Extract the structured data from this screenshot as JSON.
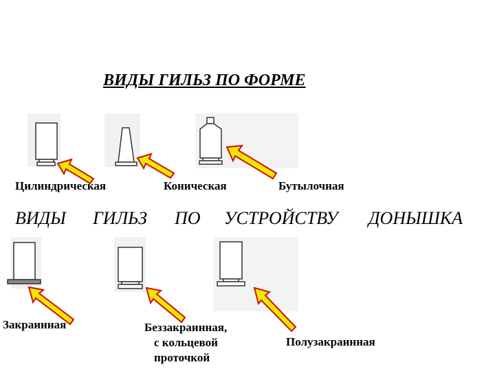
{
  "slide": {
    "title": "ВИДЫ ГИЛЬЗ ПО ФОРМЕ",
    "shape_labels": {
      "cylindrical": "Цилиндрическая",
      "conical": "Коническая",
      "bottle": "Бутылочная"
    },
    "subtitle_words": [
      "ВИДЫ",
      "ГИЛЬЗ",
      "ПО",
      "УСТРОЙСТВУ",
      "ДОНЫШКА"
    ],
    "base_labels": {
      "rimmed": "Закраинная",
      "rimless_line1": "Беззакраинная,",
      "rimless_line2": "с кольцевой",
      "rimless_line3": "проточкой",
      "semi_rimmed": "Полузакраинная"
    }
  },
  "colors": {
    "arrow_fill": "#f2e600",
    "arrow_outline": "#d01010"
  }
}
